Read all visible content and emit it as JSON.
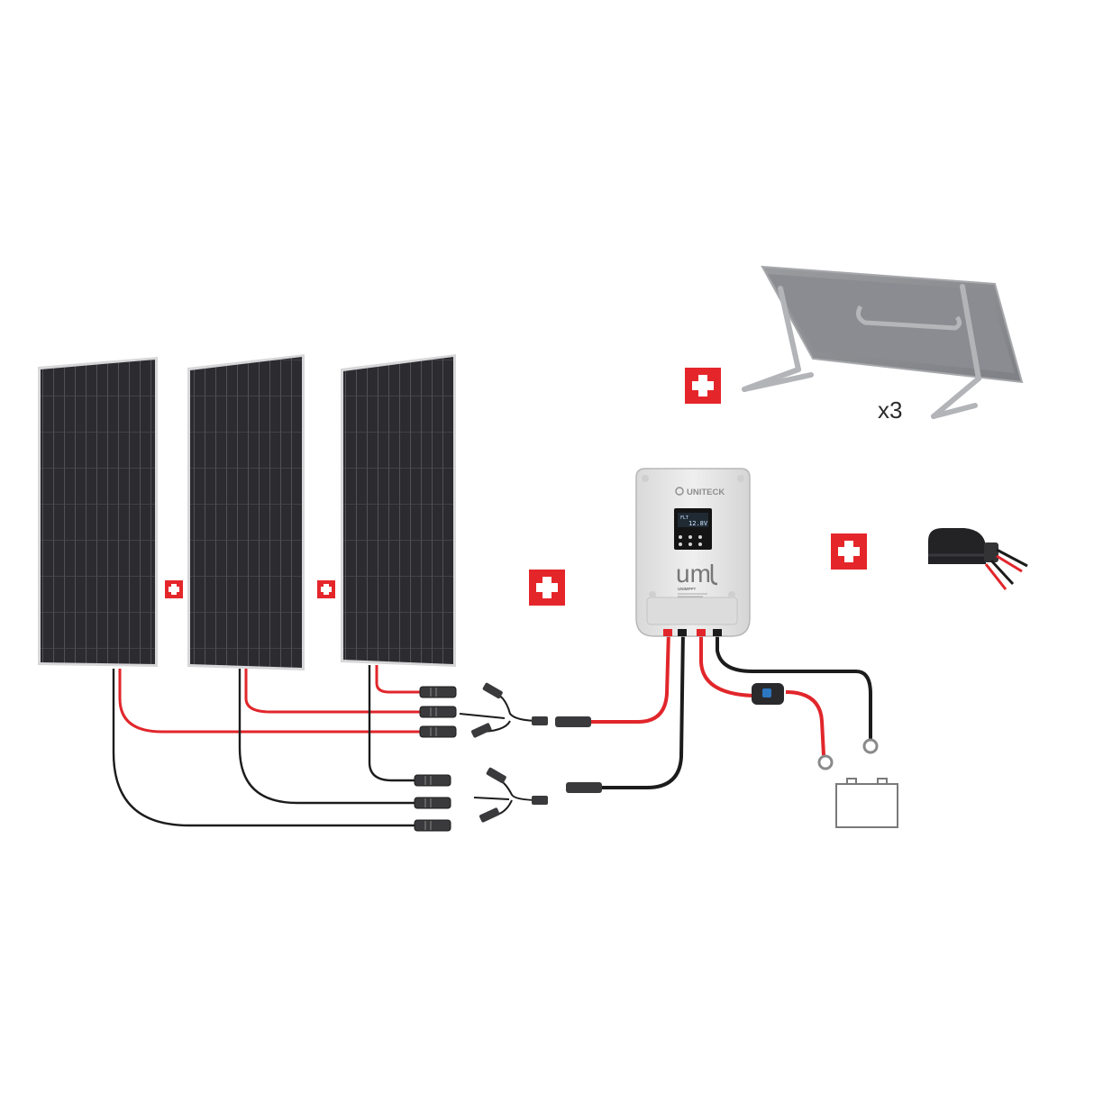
{
  "kit": {
    "bracket_quantity": "x3",
    "controller_brand": "UNITECK",
    "controller_logo": "um",
    "controller_model": "UNIMPPT",
    "display_reading": "12.8V",
    "display_mode": "FLT"
  },
  "colors": {
    "plus_badge": "#e4262b",
    "positive_cable": "#e1262b",
    "negative_cable": "#1c1c1c",
    "panel_cell": "#2c2c31",
    "controller_body": "#e8e8e8"
  },
  "icons": [
    "plus-icon",
    "battery-icon",
    "solar-panel-icon",
    "mounting-bracket-icon",
    "charge-controller-icon",
    "fuse-holder-icon",
    "temperature-sensor-icon",
    "y-branch-connector-icon"
  ]
}
